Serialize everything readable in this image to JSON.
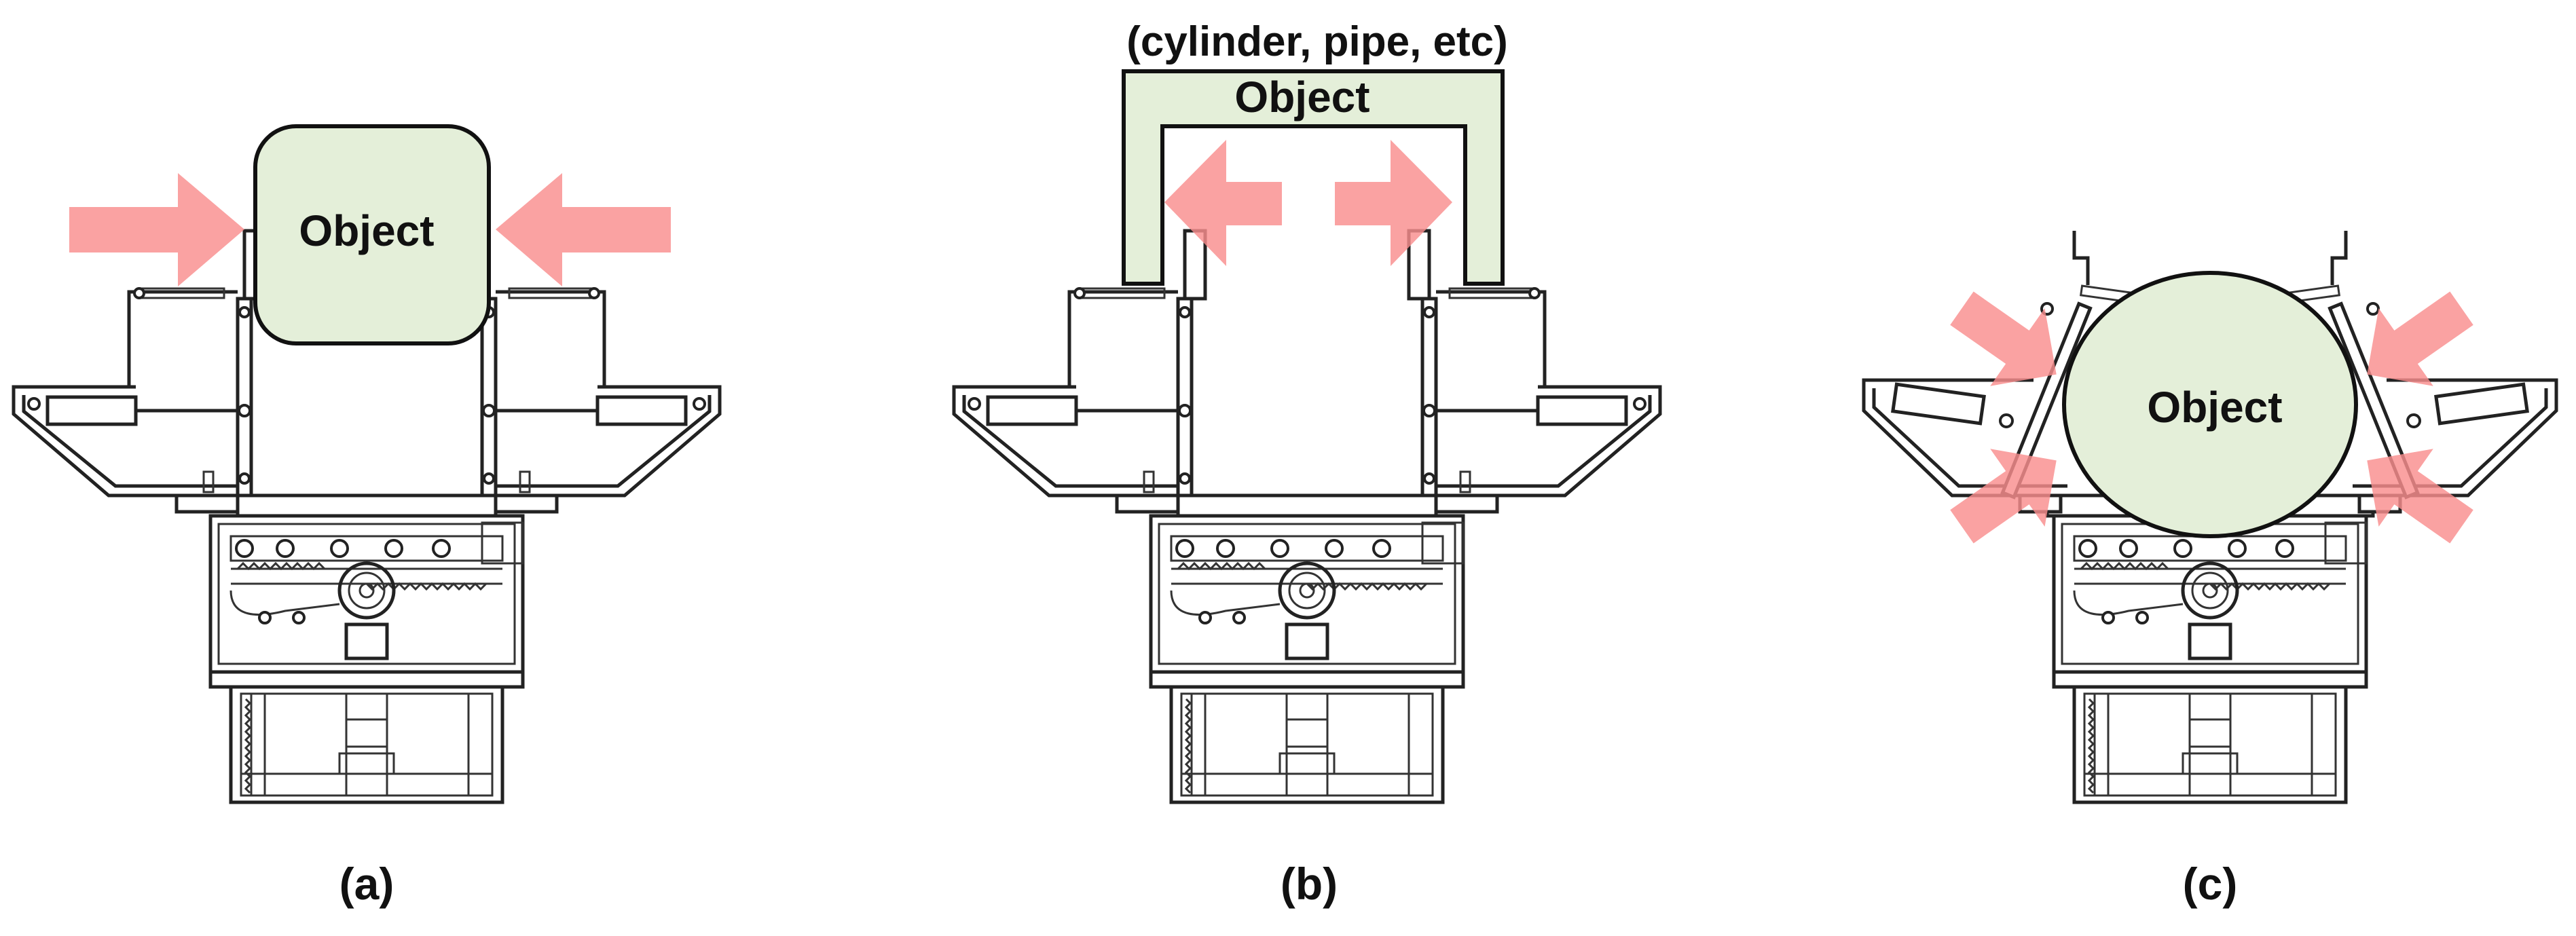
{
  "panels": [
    {
      "id": "a",
      "caption": "(a)",
      "object_label": "Object"
    },
    {
      "id": "b",
      "caption": "(b)",
      "object_label": "Object",
      "note": "(cylinder, pipe, etc)"
    },
    {
      "id": "c",
      "caption": "(c)",
      "object_label": "Object"
    }
  ],
  "colors": {
    "object_fill": "#e4efd9",
    "arrow": "#f98e8e",
    "line": "#222222"
  },
  "icons": {
    "force_arrow": "force-arrow-icon"
  }
}
